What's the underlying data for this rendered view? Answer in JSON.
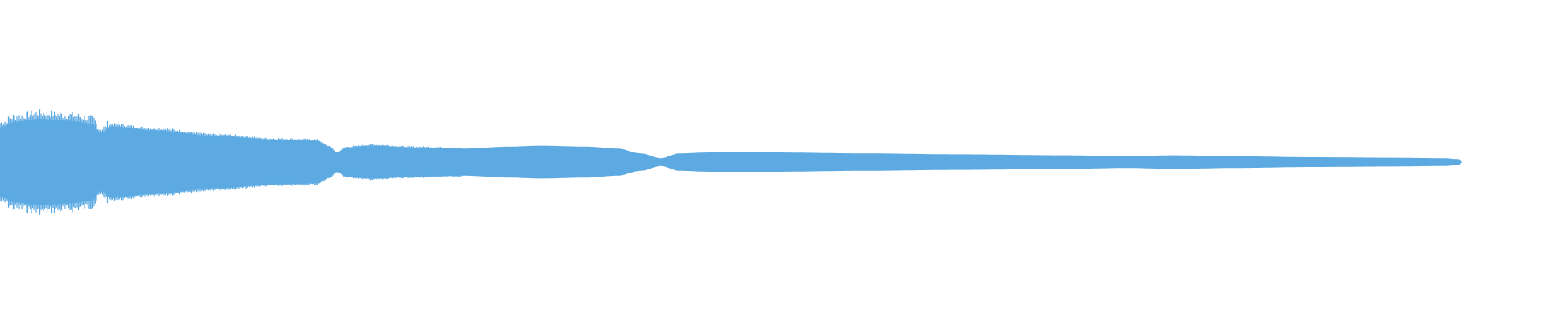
{
  "waveform": {
    "color": "#5DAAE2",
    "background": "#ffffff",
    "envelope": [
      [
        0.0,
        0.36
      ],
      [
        0.01,
        0.42
      ],
      [
        0.025,
        0.45
      ],
      [
        0.045,
        0.43
      ],
      [
        0.06,
        0.4
      ],
      [
        0.065,
        0.3
      ],
      [
        0.072,
        0.37
      ],
      [
        0.1,
        0.33
      ],
      [
        0.14,
        0.27
      ],
      [
        0.18,
        0.23
      ],
      [
        0.205,
        0.22
      ],
      [
        0.213,
        0.16
      ],
      [
        0.218,
        0.1
      ],
      [
        0.225,
        0.15
      ],
      [
        0.24,
        0.17
      ],
      [
        0.27,
        0.15
      ],
      [
        0.3,
        0.14
      ],
      [
        0.33,
        0.16
      ],
      [
        0.35,
        0.17
      ],
      [
        0.38,
        0.16
      ],
      [
        0.4,
        0.14
      ],
      [
        0.415,
        0.09
      ],
      [
        0.428,
        0.04
      ],
      [
        0.44,
        0.09
      ],
      [
        0.46,
        0.1
      ],
      [
        0.5,
        0.1
      ],
      [
        0.56,
        0.09
      ],
      [
        0.62,
        0.08
      ],
      [
        0.69,
        0.07
      ],
      [
        0.73,
        0.06
      ],
      [
        0.76,
        0.07
      ],
      [
        0.8,
        0.06
      ],
      [
        0.85,
        0.05
      ],
      [
        0.9,
        0.045
      ],
      [
        0.935,
        0.04
      ],
      [
        0.945,
        0.03
      ],
      [
        0.947,
        0.0
      ]
    ]
  }
}
